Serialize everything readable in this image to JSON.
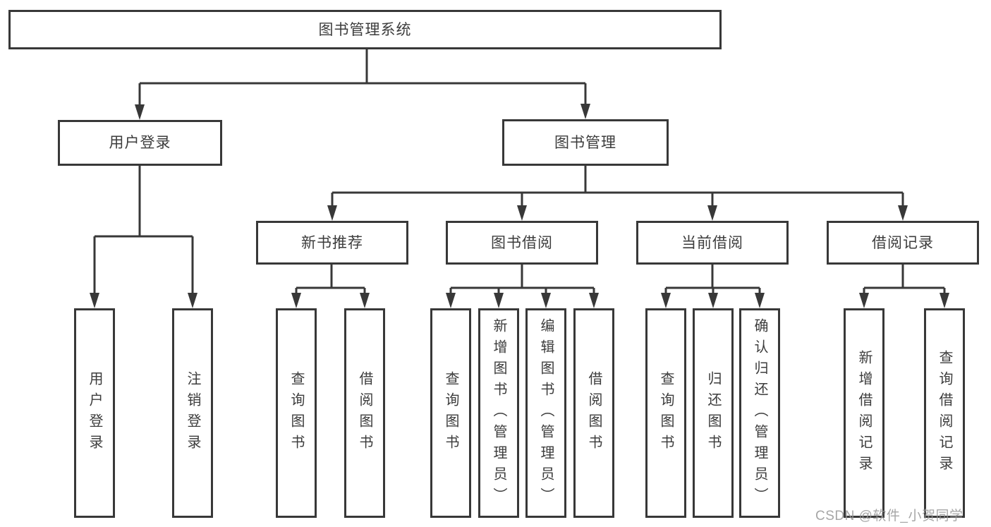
{
  "watermark": "CSDN @软件_小贺同学",
  "colors": {
    "line": "#383838",
    "box_border": "#383838",
    "text": "#3c3c3c",
    "watermark_gray": "#969696",
    "background": "#ffffff"
  },
  "tree": {
    "label": "图书管理系统",
    "children": [
      {
        "label": "用户登录",
        "children": [
          {
            "label": "用户登录"
          },
          {
            "label": "注销登录"
          }
        ]
      },
      {
        "label": "图书管理",
        "children": [
          {
            "label": "新书推荐",
            "children": [
              {
                "label": "查询图书"
              },
              {
                "label": "借阅图书"
              }
            ]
          },
          {
            "label": "图书借阅",
            "children": [
              {
                "label": "查询图书"
              },
              {
                "label": "新增图书（管理员）"
              },
              {
                "label": "编辑图书（管理员）"
              },
              {
                "label": "借阅图书"
              }
            ]
          },
          {
            "label": "当前借阅",
            "children": [
              {
                "label": "查询图书"
              },
              {
                "label": "归还图书"
              },
              {
                "label": "确认归还（管理员）"
              }
            ]
          },
          {
            "label": "借阅记录",
            "children": [
              {
                "label": "新增借阅记录"
              },
              {
                "label": "查询借阅记录"
              }
            ]
          }
        ]
      }
    ]
  }
}
